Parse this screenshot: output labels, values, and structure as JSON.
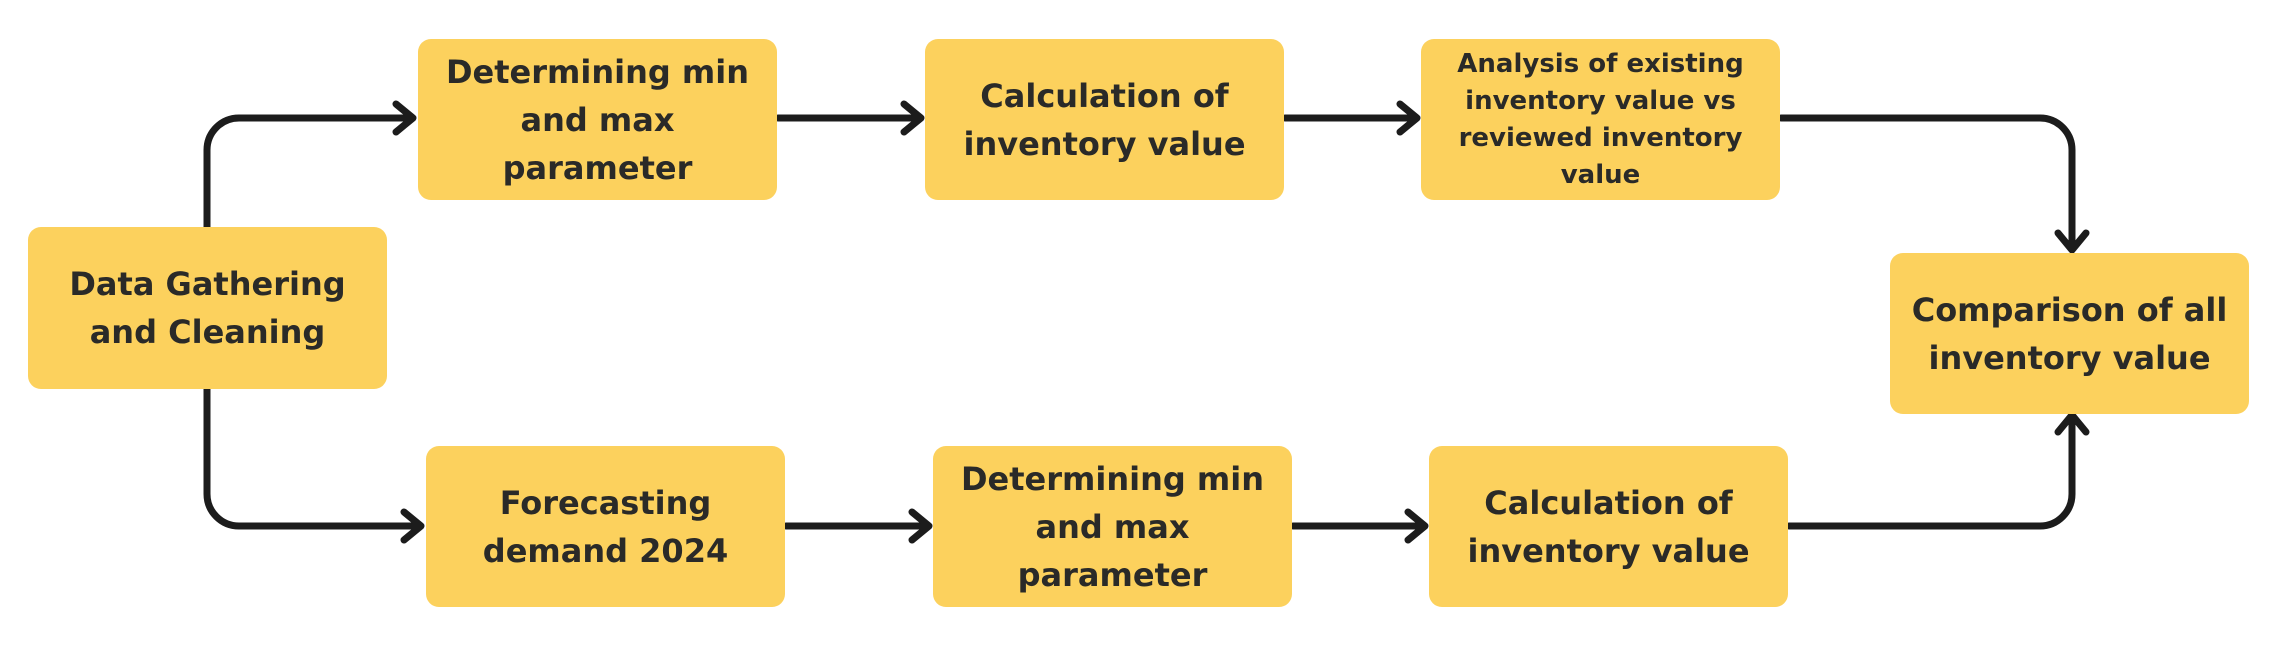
{
  "nodes": {
    "start": {
      "label": "Data Gathering and Cleaning"
    },
    "top_1": {
      "label": "Determining min and max parameter"
    },
    "top_2": {
      "label": "Calculation of inventory value"
    },
    "top_3": {
      "label": "Analysis of existing inventory value vs reviewed inventory value"
    },
    "bottom_1": {
      "label": "Forecasting demand 2024"
    },
    "bottom_2": {
      "label": "Determining min and max parameter"
    },
    "bottom_3": {
      "label": "Calculation of inventory value"
    },
    "end": {
      "label": "Comparison of all inventory value"
    }
  },
  "edges": [
    {
      "from": "start",
      "to": "top_1"
    },
    {
      "from": "top_1",
      "to": "top_2"
    },
    {
      "from": "top_2",
      "to": "top_3"
    },
    {
      "from": "top_3",
      "to": "end"
    },
    {
      "from": "start",
      "to": "bottom_1"
    },
    {
      "from": "bottom_1",
      "to": "bottom_2"
    },
    {
      "from": "bottom_2",
      "to": "bottom_3"
    },
    {
      "from": "bottom_3",
      "to": "end"
    }
  ],
  "colors": {
    "node_fill": "#fcd15d",
    "node_text": "#2a2a28",
    "connector": "#1c1c1c",
    "background": "#ffffff"
  }
}
